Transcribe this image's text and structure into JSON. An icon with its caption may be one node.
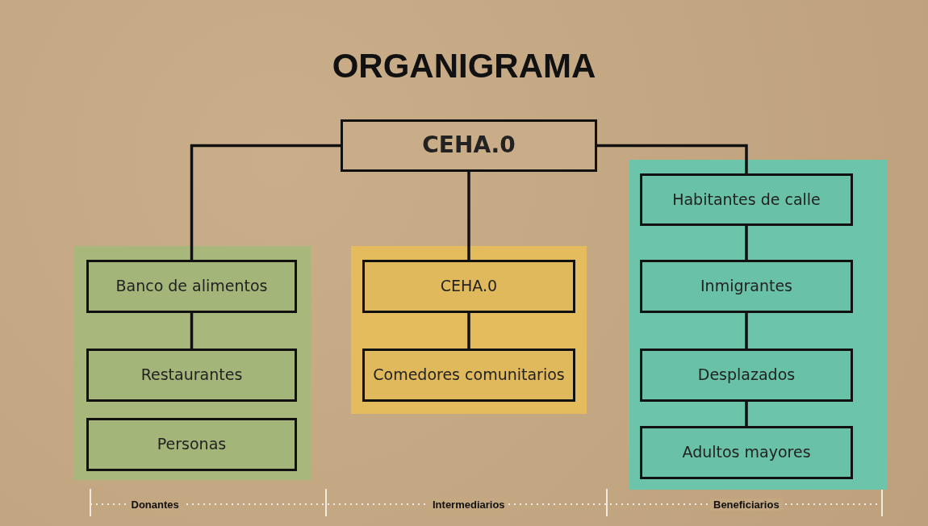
{
  "diagram": {
    "title": "ORGANIGRAMA",
    "nodes": [
      {
        "text": [
          "CEHA.0"
        ]
      },
      {
        "text": [],
        "shape": "box"
      },
      {
        "text": [
          "Banco de alimentos"
        ],
        "in": 1
      },
      {
        "text": [
          "Restaurantes"
        ],
        "in": 1
      },
      {
        "text": [
          "Personas"
        ],
        "in": 1
      },
      {
        "text": [],
        "shape": "box"
      },
      {
        "text": [
          "CEHA.0"
        ],
        "in": 5
      },
      {
        "text": [
          "Comedores comunitarios"
        ],
        "in": 5
      },
      {
        "text": [],
        "shape": "box"
      },
      {
        "text": [
          "Habitantes de calle"
        ],
        "in": 8
      },
      {
        "text": [
          "Inmigrantes"
        ],
        "in": 8
      },
      {
        "text": [
          "Desplazados"
        ],
        "in": 8
      },
      {
        "text": [
          "Adultos mayores"
        ],
        "in": 8
      }
    ],
    "edges": [
      {
        "from": 0,
        "to": 2,
        "arrow": "none"
      },
      {
        "from": 0,
        "to": 6,
        "arrow": "none"
      },
      {
        "from": 0,
        "to": 9,
        "arrow": "none"
      },
      {
        "from": 2,
        "to": 3,
        "arrow": "none"
      },
      {
        "from": 6,
        "to": 7,
        "arrow": "none"
      },
      {
        "from": 9,
        "to": 10,
        "arrow": "none"
      },
      {
        "from": 10,
        "to": 11,
        "arrow": "none"
      },
      {
        "from": 11,
        "to": 12,
        "arrow": "none"
      }
    ],
    "labels": [
      "Donantes",
      "Intermediarios",
      "Beneficiarios"
    ]
  }
}
